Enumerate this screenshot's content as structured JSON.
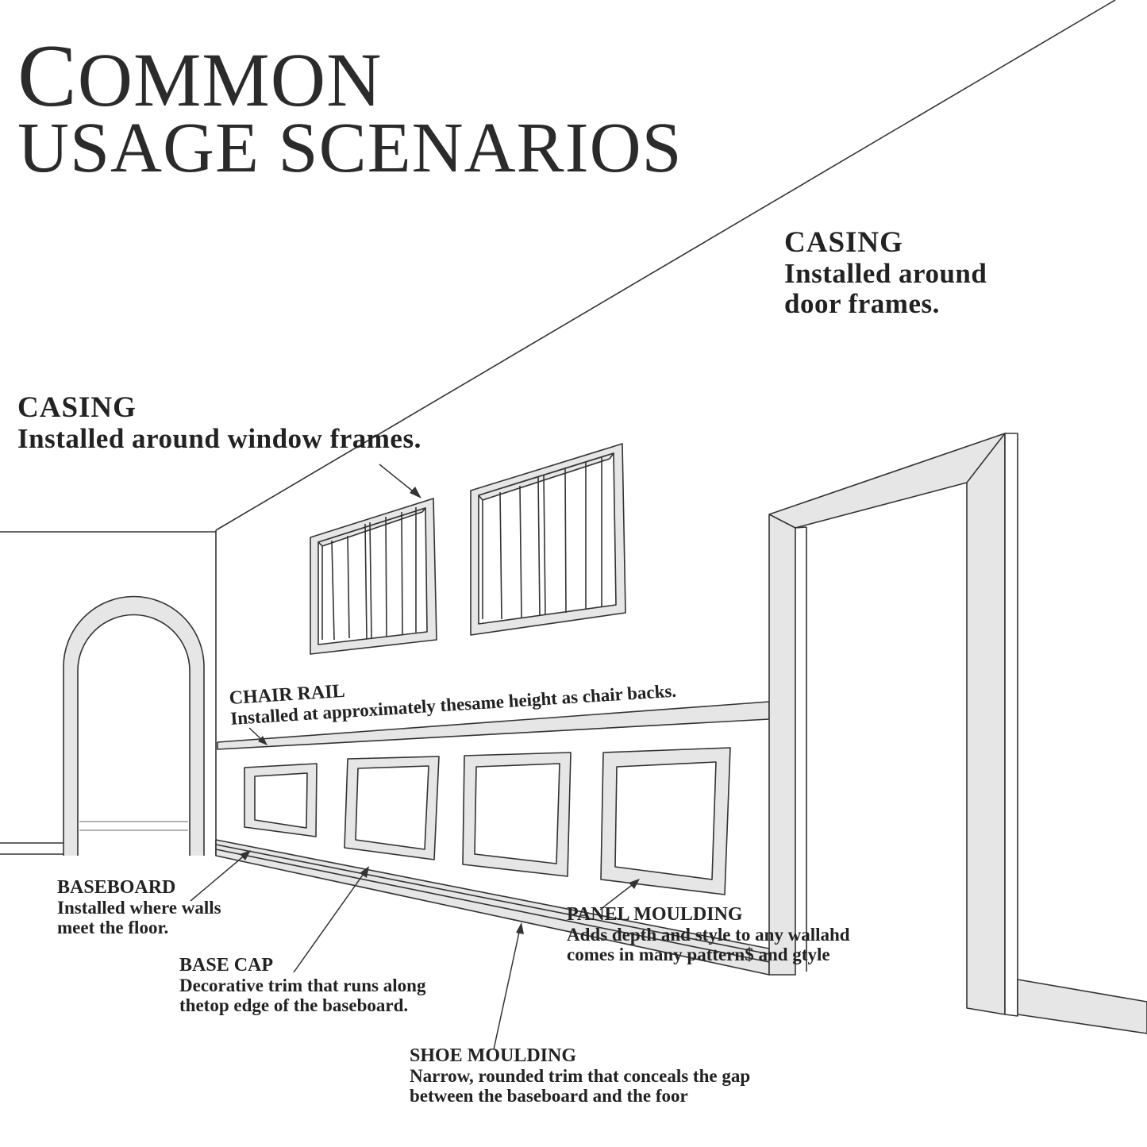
{
  "title": {
    "line1_cap": "C",
    "line1_rest": "OMMON",
    "line2": "USAGE SCENARIOS"
  },
  "labels": {
    "casing_door": {
      "heading": "CASING",
      "line1": "Installed around",
      "line2": "door frames."
    },
    "casing_window": {
      "heading": "CASING",
      "line1": "Installed around window frames."
    },
    "chair_rail": {
      "heading": "CHAIR RAIL",
      "line1": "Installed at approximately thesame height as chair backs."
    },
    "baseboard": {
      "heading": "BASEBOARD",
      "line1": "Installed where walls",
      "line2": "meet the floor."
    },
    "base_cap": {
      "heading": "BASE CAP",
      "line1": "Decorative trim that runs along",
      "line2": "thetop edge of the baseboard."
    },
    "panel_moulding": {
      "heading": "PANEL MOULDING",
      "line1": "Adds depth and style to any wallahd",
      "line2": "comes in many pattern$ and gtyle"
    },
    "shoe_moulding": {
      "heading": "SHOE MOULDING",
      "line1": "Narrow, rounded trim that conceals the gap",
      "line2": "between the baseboard and the foor"
    }
  },
  "colors": {
    "line": "#333333",
    "fill": "#e6e6e6",
    "text": "#222222"
  }
}
